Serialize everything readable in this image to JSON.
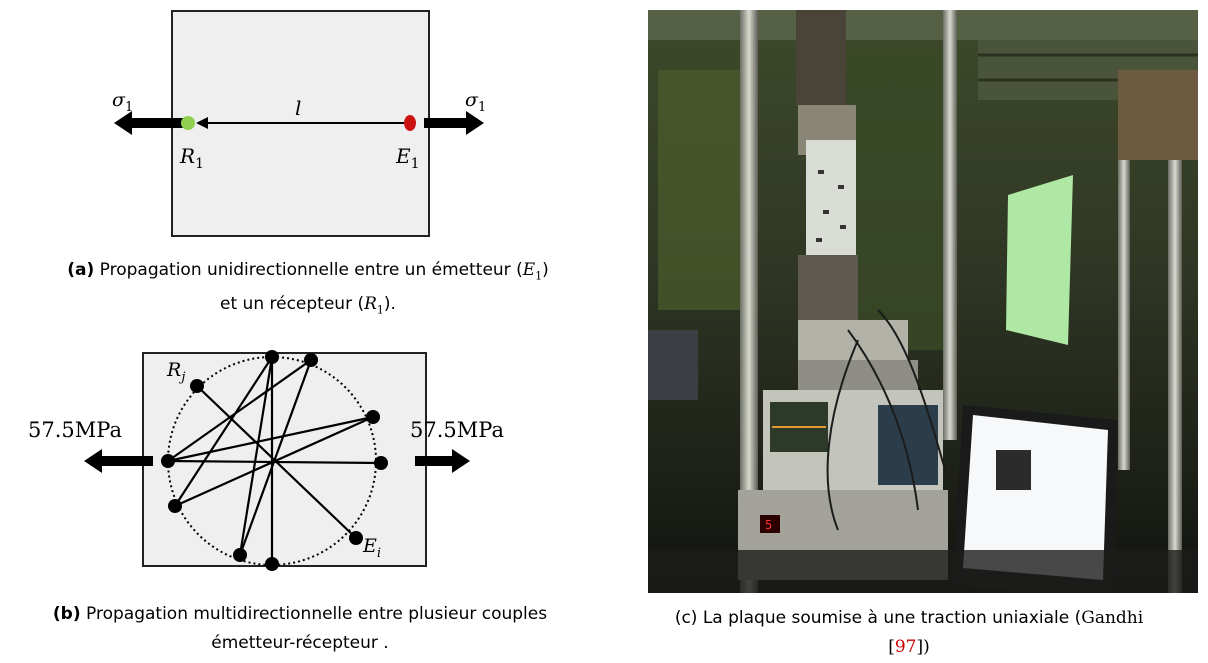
{
  "figure_a": {
    "sigma_left": "σ",
    "sigma_left_sub": "1",
    "sigma_right": "σ",
    "sigma_right_sub": "1",
    "distance_label": "l",
    "receiver_label": "R",
    "receiver_sub": "1",
    "emitter_label": "E",
    "emitter_sub": "1",
    "caption_tag": "(a)",
    "caption_line1": "Propagation unidirectionnelle entre un émetteur (",
    "caption_math1": "E",
    "caption_math1_sub": "1",
    "caption_close1": ")",
    "caption_line2": "et un récepteur (",
    "caption_math2": "R",
    "caption_math2_sub": "1",
    "caption_close2": ")."
  },
  "figure_b": {
    "load_left": "57.5MPa",
    "load_right": "57.5MPa",
    "receiver_label": "R",
    "receiver_sub": "j",
    "emitter_label": "E",
    "emitter_sub": "i",
    "caption_tag": "(b)",
    "caption_line1": "Propagation multidirectionnelle entre plusieur couples",
    "caption_line2": "émetteur-récepteur ."
  },
  "figure_c": {
    "caption_line1": "(c) La plaque soumise à une traction uniaxiale (",
    "caption_author": "Gandhi",
    "caption_open_bracket": "[",
    "caption_ref": "97",
    "caption_close": "])"
  },
  "colors": {
    "plate_fill": "#efefef",
    "receiver_dot": "#8fce4f",
    "emitter_dot": "#cc1111",
    "ref_link": "#cc0000"
  }
}
